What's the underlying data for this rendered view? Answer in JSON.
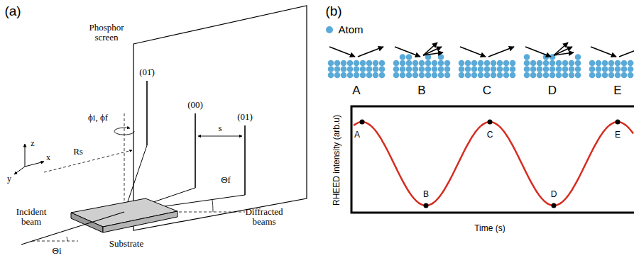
{
  "diagram": {
    "labels": [
      "(a)",
      "(b)",
      "Phosphor screen",
      "(01̄)",
      "(00)",
      "(01)",
      "s",
      "ϕi, ϕf",
      "Rs",
      "Θf",
      "z",
      "x",
      "y",
      "Diffracted beams",
      "Incident beam",
      "Substrate",
      "Θi",
      "Atom",
      "A",
      "B",
      "C",
      "D",
      "E",
      "RHEED intensity (arb.u)",
      "Time (s)",
      "A",
      "B",
      "C",
      "D",
      "E"
    ]
  }
}
